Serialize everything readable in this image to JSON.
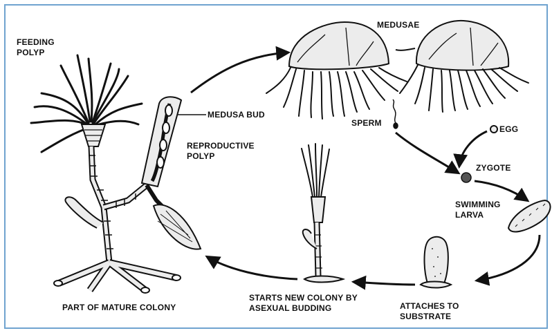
{
  "labels": {
    "feeding_polyp_1": "FEEDING",
    "feeding_polyp_2": "POLYP",
    "medusa_bud": "MEDUSA BUD",
    "reproductive_polyp_1": "REPRODUCTIVE",
    "reproductive_polyp_2": "POLYP",
    "medusae": "MEDUSAE",
    "sperm": "SPERM",
    "egg": "EGG",
    "zygote": "ZYGOTE",
    "swimming_larva_1": "SWIMMING",
    "swimming_larva_2": "LARVA",
    "attaches_1": "ATTACHES TO",
    "attaches_2": "SUBSTRATE",
    "starts_colony_1": "STARTS NEW COLONY BY",
    "starts_colony_2": "ASEXUAL BUDDING",
    "mature_colony": "PART OF MATURE COLONY"
  },
  "colors": {
    "frame": "#6fa3cf",
    "ink": "#111111",
    "fill": "#ececec"
  }
}
